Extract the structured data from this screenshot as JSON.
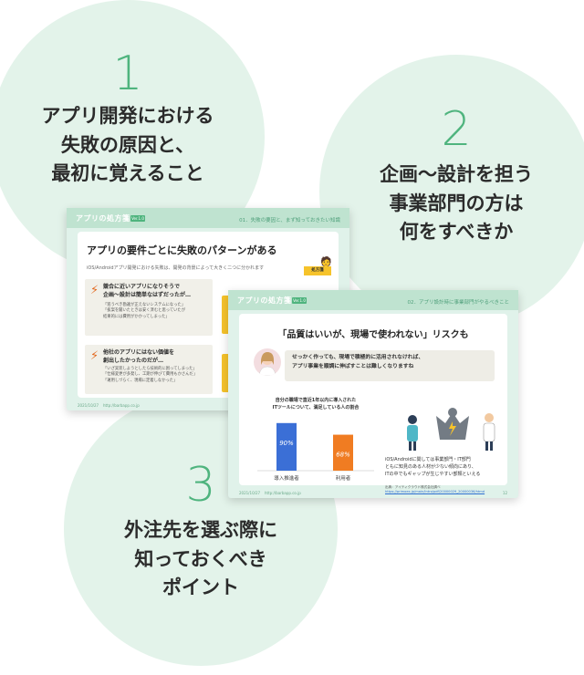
{
  "points": [
    {
      "number": "1",
      "text": "アプリ開発における\n失敗の原因と、\n最初に覚えること"
    },
    {
      "number": "2",
      "text": "企画〜設計を担う\n事業部門の方は\n何をすべきか"
    },
    {
      "number": "3",
      "text": "外注先を選ぶ際に\n知っておくべき\nポイント"
    }
  ],
  "slide1": {
    "brand": "アプリの処方箋",
    "version": "Ver.1.0",
    "section": "01．失敗の要因と、まず知っておきたい知識",
    "title": "アプリの要件ごとに失敗のパターンがある",
    "subtitle": "iOS/Androidアプリ開発における失敗は、開発の背景によって大きく二つに分かれます",
    "tag": "処方箋",
    "boxes": [
      {
        "title": "競合に近いアプリになりそうで\n企画〜設計は簡単なはずだったが…",
        "note": "「巡うべき勘違が正えないシステムになった」\n「抜案を聞いたときは安く済むと思っていたが\n結果的には費用がかかってしまった」"
      },
      {
        "title": "他社のアプリにはない価値を\n創出したかったのだが…",
        "note": "「いざ実装しようとしたら技術的に困ってしまった」\n「仕様変更が多発し、工期が伸びて費用もかさんだ」\n「運用しづらく、現場に定着しなかった」"
      }
    ],
    "footer_date": "2021/10/27",
    "footer_url": "http://barbapp.co.jp"
  },
  "slide2": {
    "brand": "アプリの処方箋",
    "version": "Ver.1.0",
    "section": "02．アプリ設計時に事業部門がやるべきこと",
    "title": "「品質はいいが、現場で使われない」リスクも",
    "bubble": "せっかく作っても、現場で積極的に活用されなければ、\nアプリ事業を順調に伸ばすことは難しくなりますね",
    "chart_title": "自分の職場で直近1年以内に導入された\nITツールについて、満足している人の割合",
    "callout": "iOS/Androidに関しては事業部門・IT部門\nともに知見のある人材が少ない傾向にあり、\nITの中でもギャップが生じやすい部類といえる",
    "source": "出典：アイティクラウド株式会社調べ",
    "source_url": "https://primoex.jp/main/Intro/pdf/20000029_20000036/htmd",
    "footer_date": "2021/10/27",
    "footer_url": "http://barbapp.co.jp",
    "page": "12"
  },
  "chart_data": {
    "type": "bar",
    "categories": [
      "導入推進者",
      "利用者"
    ],
    "values": [
      90,
      68
    ],
    "value_labels": [
      "90%",
      "68%"
    ],
    "ylim": [
      0,
      100
    ],
    "colors": [
      "#3b6fd6",
      "#f07c22"
    ],
    "title": "自分の職場で直近1年以内に導入された ITツールについて、満足している人の割合"
  }
}
